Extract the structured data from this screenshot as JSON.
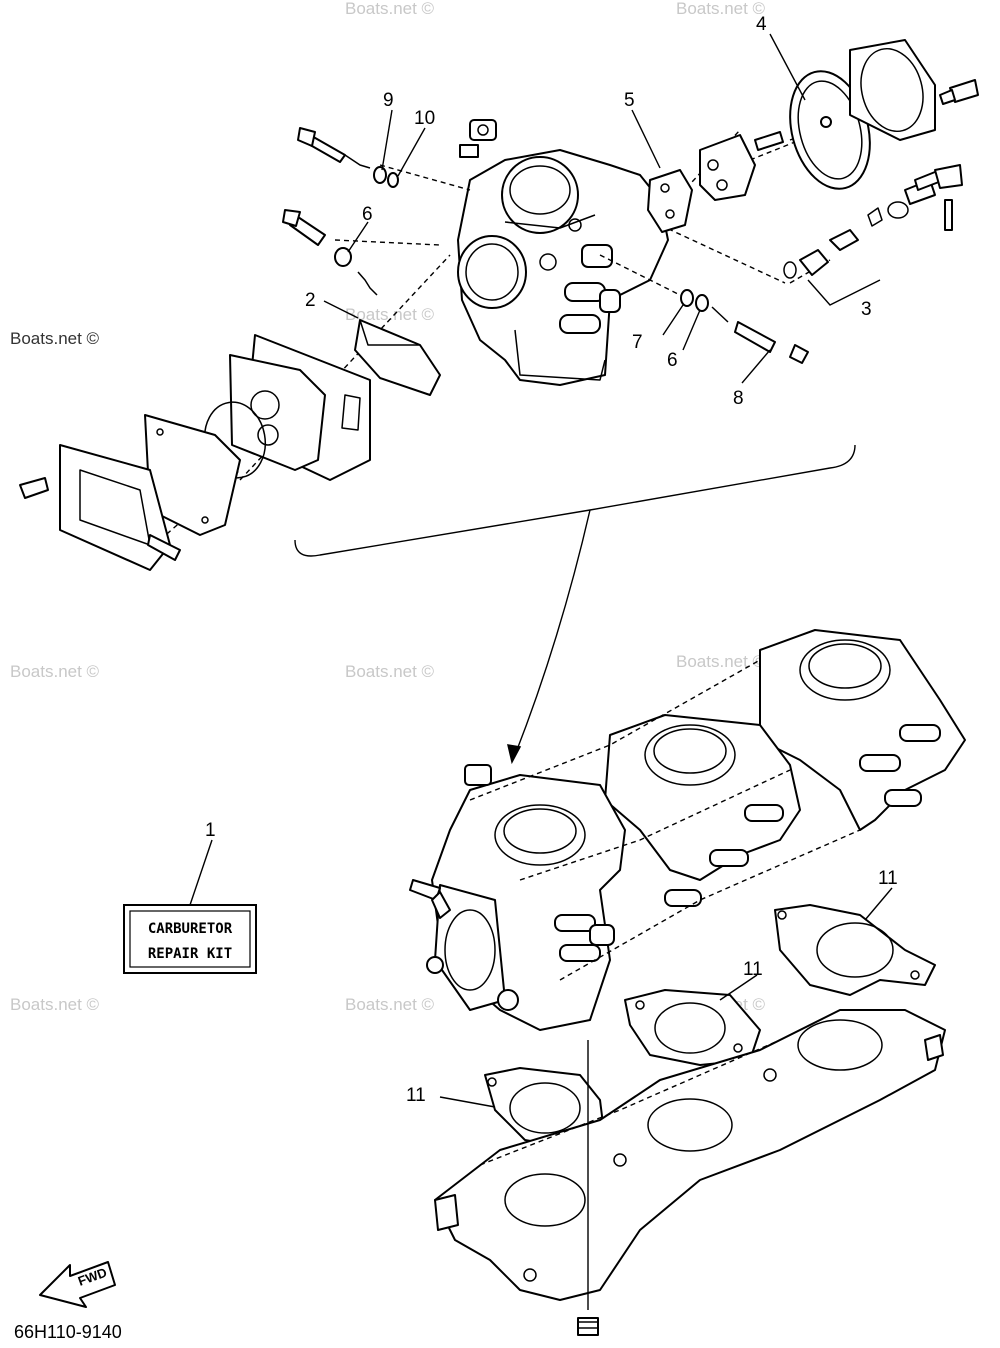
{
  "watermark": "Boats.net ©",
  "diagram_code": "66H110-9140",
  "kit_label": {
    "line1": "CARBURETOR",
    "line2": "REPAIR KIT"
  },
  "fwd_label": "FWD",
  "callouts": {
    "c1": "1",
    "c2": "2",
    "c3": "3",
    "c4": "4",
    "c5": "5",
    "c6a": "6",
    "c6b": "6",
    "c7": "7",
    "c8": "8",
    "c9": "9",
    "c10": "10",
    "c11a": "11",
    "c11b": "11",
    "c11c": "11"
  }
}
